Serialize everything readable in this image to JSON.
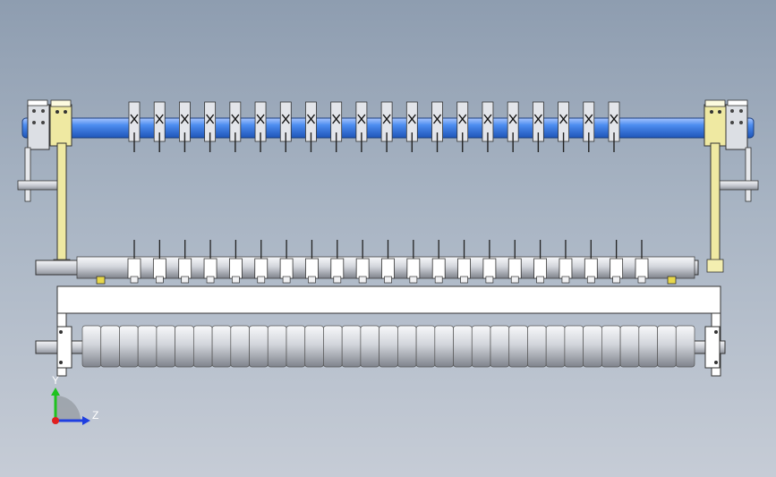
{
  "viewport": {
    "background_top": "#8e9db0",
    "background_bottom": "#c6ccd6"
  },
  "assembly": {
    "blue_shaft_color": "#3f7fe0",
    "steel_color": "#d9dce2",
    "yellow_part_color": "#ece79a",
    "clamp_count": 20,
    "blade_count": 21,
    "lower_disc_count": 33
  },
  "triad": {
    "y_label": "Y",
    "z_label": "Z",
    "y_color": "#1fc21f",
    "z_color": "#1f3fe0",
    "x_color": "#e01f1f"
  }
}
